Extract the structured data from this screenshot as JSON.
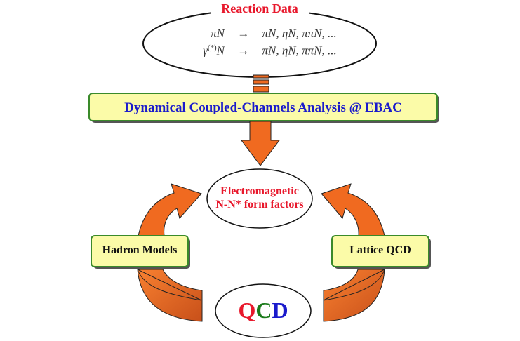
{
  "reaction_data": {
    "title": "Reaction Data",
    "line1_lhs": "πN",
    "line1_arrow": "→",
    "line1_rhs": "πN, ηN, ππN, ...",
    "line2_lhs": "γ",
    "line2_sup": "(*)",
    "line2_lhs_n": "N",
    "line2_arrow": "→",
    "line2_rhs": "πN, ηN, ππN, ..."
  },
  "analysis_box": {
    "label": "Dynamical Coupled-Channels Analysis @ EBAC"
  },
  "form_factors": {
    "line1": "Electromagnetic",
    "line2": "N-N* form factors"
  },
  "hadron_models": {
    "label": "Hadron Models"
  },
  "lattice_qcd": {
    "label": "Lattice QCD"
  },
  "qcd": {
    "q": "Q",
    "c": "C",
    "d": "D"
  },
  "colors": {
    "red": "#e8182c",
    "blue": "#1a1acc",
    "green": "#1a7a1a",
    "box_fill": "#fbfba8",
    "box_border": "#3a8a2a",
    "arrow": "#f06a20"
  }
}
